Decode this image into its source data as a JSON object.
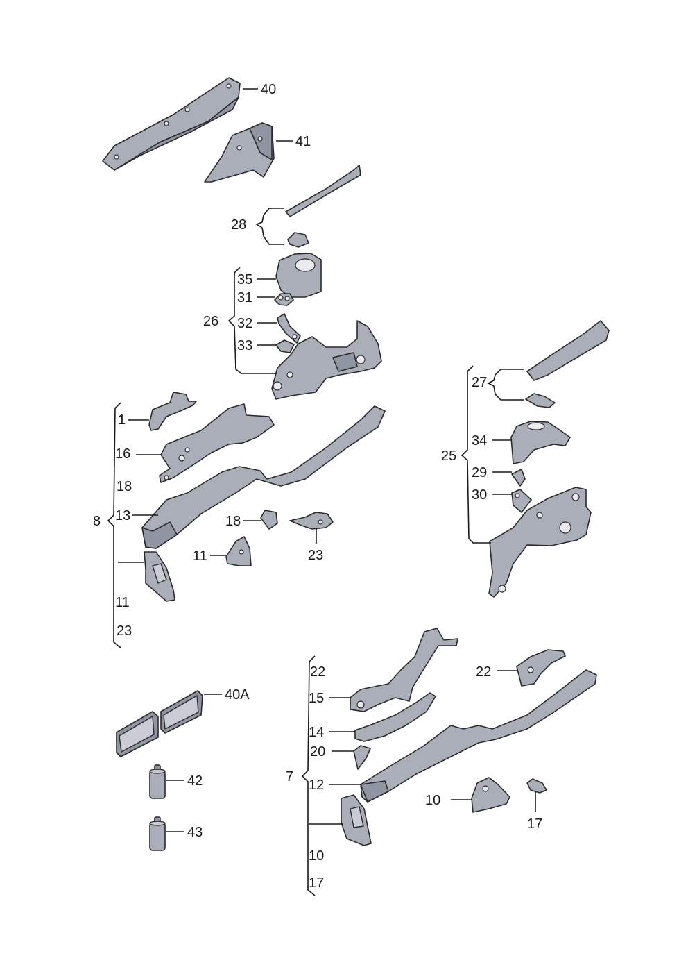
{
  "labels": {
    "l40": "40",
    "l41": "41",
    "l28": "28",
    "l35": "35",
    "l31": "31",
    "l26": "26",
    "l32": "32",
    "l33": "33",
    "l1": "1",
    "l16": "16",
    "l18a": "18",
    "l8": "8",
    "l13": "13",
    "l18b": "18",
    "l23a": "23",
    "l11a": "11",
    "l11b": "11",
    "l23b": "23",
    "l27": "27",
    "l34": "34",
    "l25": "25",
    "l29": "29",
    "l30": "30",
    "l22a": "22",
    "l22b": "22",
    "l15": "15",
    "l40a": "40A",
    "l14": "14",
    "l20": "20",
    "l7": "7",
    "l12": "12",
    "l42": "42",
    "l10a": "10",
    "l17a": "17",
    "l43": "43",
    "l10b": "10",
    "l17b": "17"
  },
  "colors": {
    "part_fill": "#a9aeb9",
    "part_dark": "#8f95a2",
    "line": "#1a1a1a"
  }
}
